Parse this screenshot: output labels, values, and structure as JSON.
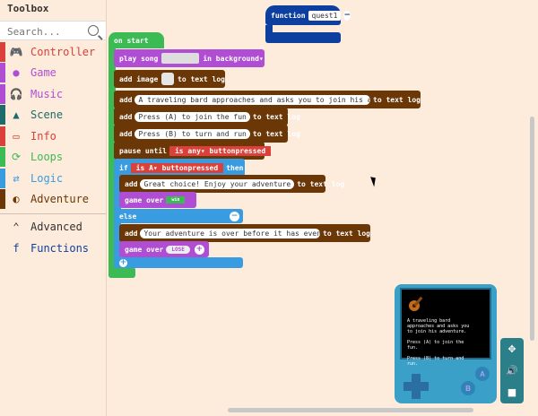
{
  "toolbox": {
    "title": "Toolbox",
    "search_placeholder": "Search...",
    "categories": [
      {
        "label": "Controller",
        "color": "#d9413a",
        "icon": "gamepad-icon"
      },
      {
        "label": "Game",
        "color": "#b04ed3",
        "icon": "circle-icon"
      },
      {
        "label": "Music",
        "color": "#b04ed3",
        "icon": "headphones-icon"
      },
      {
        "label": "Scene",
        "color": "#1d6b6a",
        "icon": "tree-icon"
      },
      {
        "label": "Info",
        "color": "#d9413a",
        "icon": "id-card-icon"
      },
      {
        "label": "Loops",
        "color": "#3cba54",
        "icon": "loop-icon"
      },
      {
        "label": "Logic",
        "color": "#3a9ce0",
        "icon": "shuffle-icon"
      },
      {
        "label": "Adventure",
        "color": "#6b3707",
        "icon": "compass-icon"
      },
      {
        "label": "Advanced",
        "color": "#333333",
        "icon": "chevron-up-icon"
      },
      {
        "label": "Functions",
        "color": "#0d3f9f",
        "icon": "function-icon"
      }
    ]
  },
  "function_block": {
    "keyword": "function",
    "name": "quest1"
  },
  "on_start": {
    "header": "on start",
    "play_song": "play song",
    "play_song_suffix": "in background",
    "add_image": "add image",
    "to_text_log": "to text log",
    "add": "add",
    "line1": "A traveling bard approaches and asks you to join his adventure",
    "line2": "Press (A) to join the fun",
    "line3": "Press (B) to turn and run",
    "pause_until": "pause until",
    "is_any": "is any",
    "button_pressed": "buttonpressed",
    "if": "if",
    "is_a": "is A",
    "then": "then",
    "choice_text": "Great choice! Enjoy your adventure",
    "game_over": "game over",
    "win_label": "win",
    "else": "else",
    "over_text": "Your adventure is over before it has even begun",
    "lose_label": "LOSE"
  },
  "simulator": {
    "screen_text": [
      "A traveling bard",
      "approaches and asks you",
      "to join his adventure.",
      "",
      "Press (A) to join the",
      "fun.",
      "",
      "Press (B) to turn and",
      "run."
    ],
    "btn_a": "A",
    "btn_b": "B"
  }
}
